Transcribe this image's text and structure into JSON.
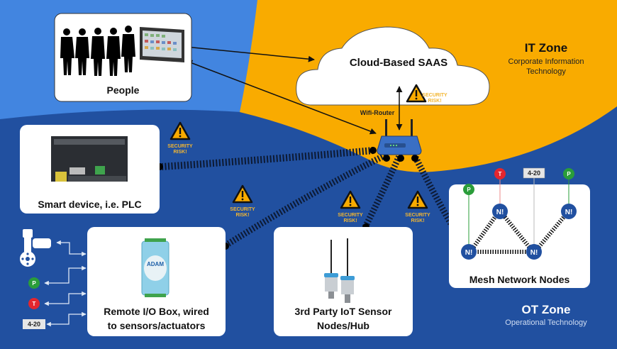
{
  "colors": {
    "it_zone": "#f9ab00",
    "people_zone": "#4285e0",
    "ot_zone": "#2150a0",
    "risk": "#f2b632",
    "pressure": "#2a9d3a",
    "temperature": "#e3262e",
    "node": "#2150a0"
  },
  "it_zone": {
    "title": "IT Zone",
    "subtitle": "Corporate Information Technology"
  },
  "ot_zone": {
    "title": "OT Zone",
    "subtitle": "Operational Technology"
  },
  "cloud": {
    "label": "Cloud-Based SAAS"
  },
  "router": {
    "label": "Wifi-Router"
  },
  "people": {
    "label": "People"
  },
  "plc": {
    "label": "Smart device, i.e. PLC"
  },
  "remote_io": {
    "label_line1": "Remote I/O Box, wired",
    "label_line2": "to sensors/actuators",
    "device_brand": "ADAM"
  },
  "iot": {
    "label_line1": "3rd Party IoT Sensor",
    "label_line2": "Nodes/Hub"
  },
  "mesh": {
    "label": "Mesh Network Nodes",
    "node_label": "N!",
    "sensors": [
      {
        "type": "pressure",
        "label": "P"
      },
      {
        "type": "temperature",
        "label": "T"
      },
      {
        "type": "analog",
        "label": "4-20"
      },
      {
        "type": "pressure",
        "label": "P"
      }
    ]
  },
  "io_sensors": [
    {
      "type": "actuator",
      "label": ""
    },
    {
      "type": "pressure",
      "label": "P"
    },
    {
      "type": "temperature",
      "label": "T"
    },
    {
      "type": "analog",
      "label": "4-20"
    }
  ],
  "security_risk": {
    "line1": "SECURITY",
    "line2": "RISK!"
  }
}
